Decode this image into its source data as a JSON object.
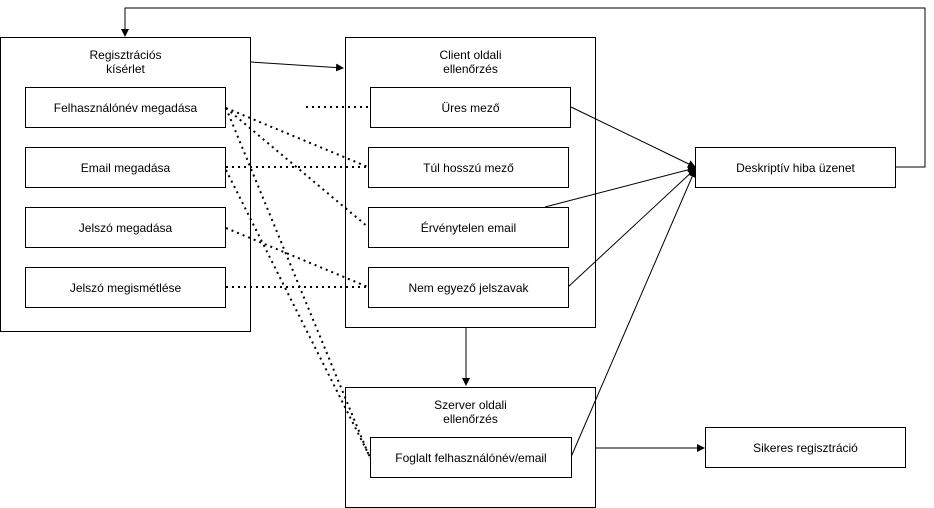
{
  "groups": {
    "registration": {
      "title": "Regisztrációs\nkísérlet"
    },
    "client": {
      "title": "Client oldali\nellenőrzés"
    },
    "server": {
      "title": "Szerver oldali\nellenőrzés"
    }
  },
  "inputs": {
    "username": "Felhasználónév megadása",
    "email": "Email megadása",
    "password": "Jelszó megadása",
    "password_repeat": "Jelszó megismétlése"
  },
  "client_checks": {
    "empty": "Üres mező",
    "too_long": "Túl hosszú mező",
    "invalid_email": "Érvénytelen email",
    "password_mismatch": "Nem egyező jelszavak"
  },
  "server_checks": {
    "taken": "Foglalt felhasználónév/email"
  },
  "outcomes": {
    "error": "Deskriptív hiba üzenet",
    "success": "Sikeres regisztráció"
  }
}
